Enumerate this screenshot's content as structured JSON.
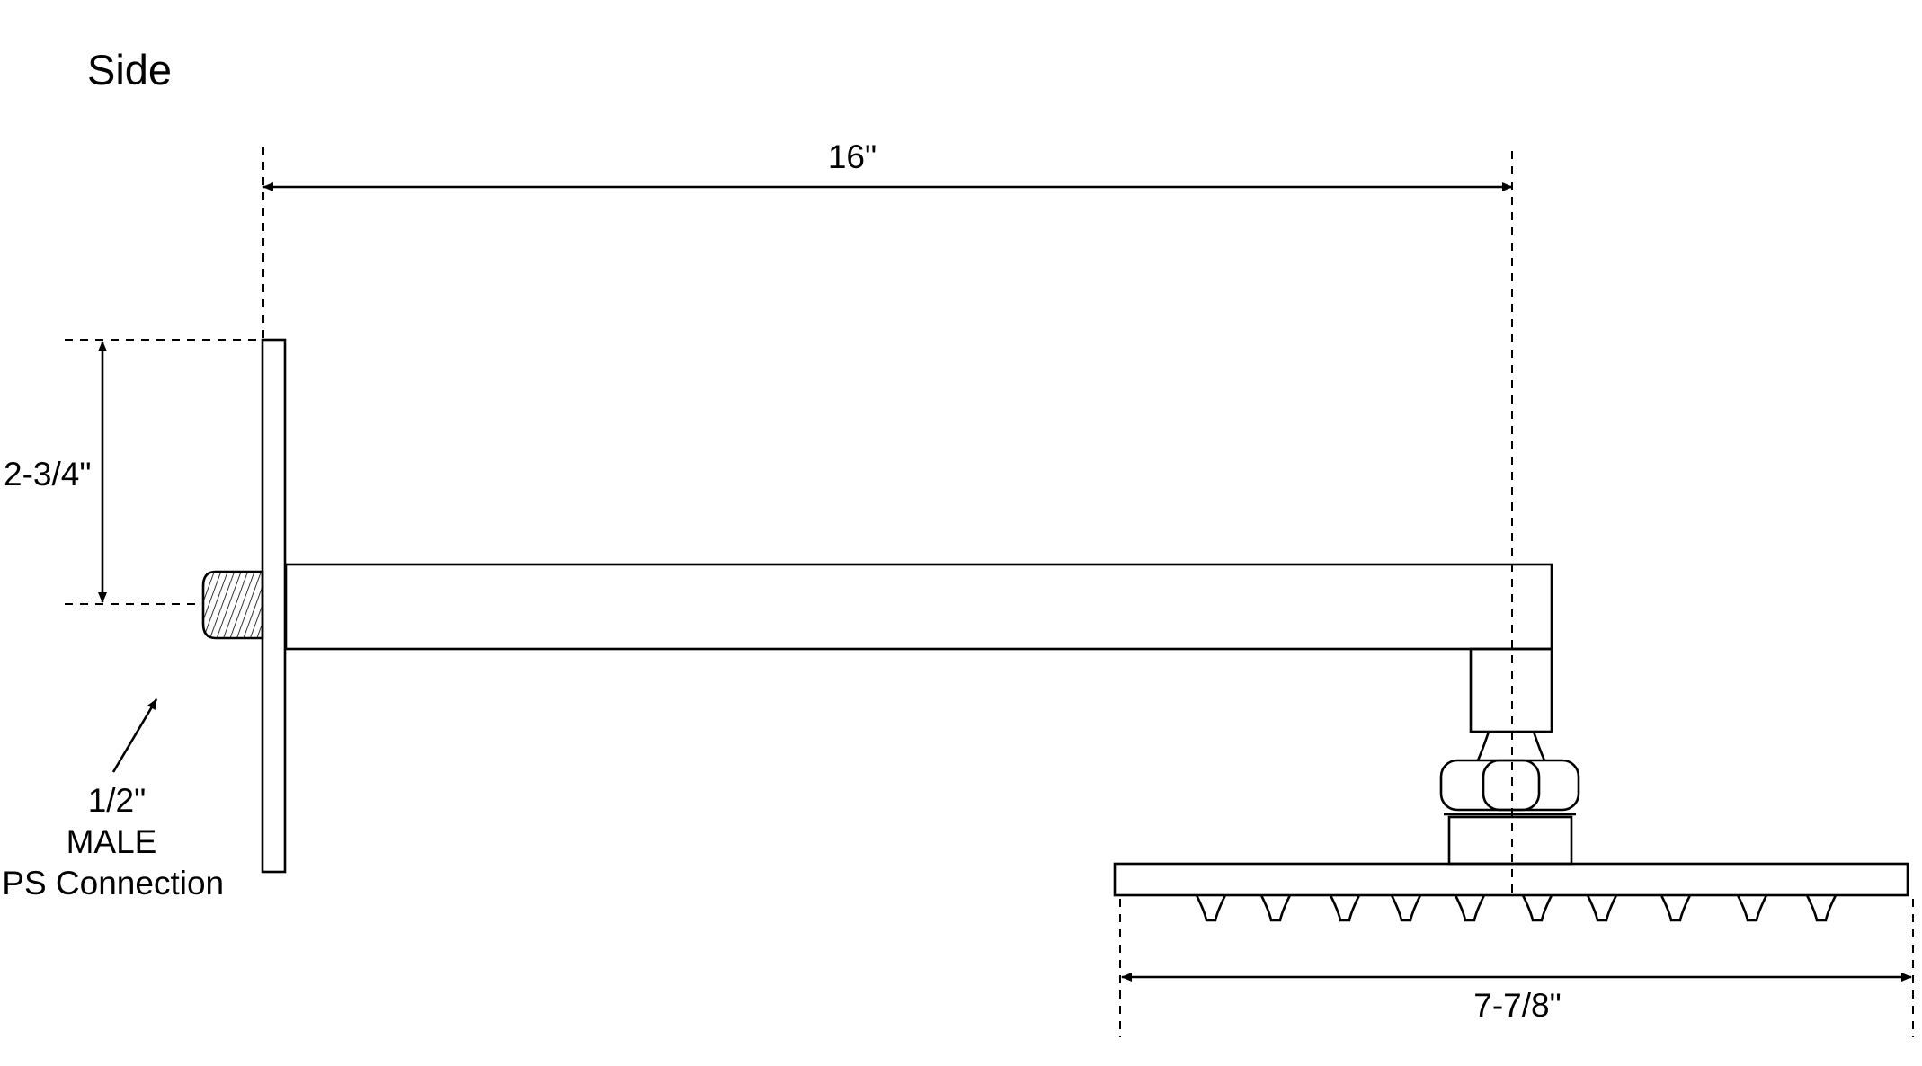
{
  "title": "Side",
  "dimensions": {
    "arm_length": "16\"",
    "flange_offset": "2-3/4\"",
    "head_width": "7-7/8\""
  },
  "connection": {
    "size": "1/2\"",
    "gender": "MALE",
    "type": "IPS Connection"
  },
  "colors": {
    "line": "#000000",
    "background": "#ffffff"
  }
}
